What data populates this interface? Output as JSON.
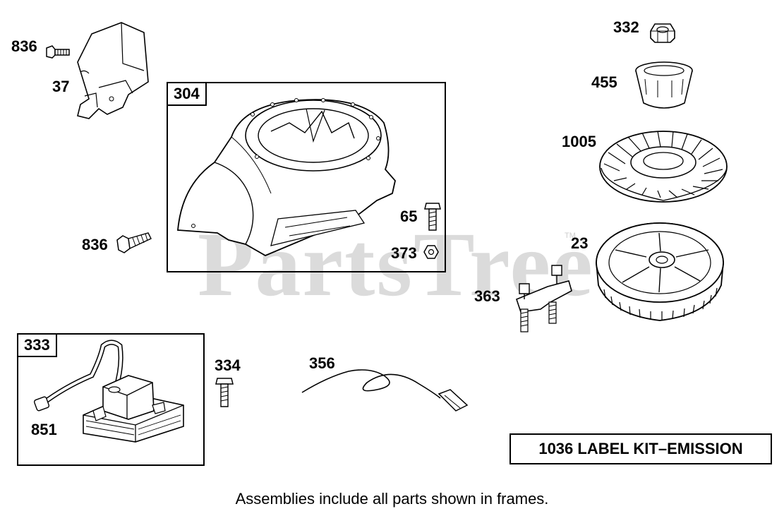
{
  "watermark": {
    "text": "PartsTree",
    "tm": "TM"
  },
  "frames": {
    "housing": {
      "label": "304"
    },
    "ignition": {
      "label": "333"
    }
  },
  "parts": {
    "p836_top": "836",
    "p37": "37",
    "p836_mid": "836",
    "p65": "65",
    "p373": "373",
    "p332": "332",
    "p455": "455",
    "p1005": "1005",
    "p23": "23",
    "p363": "363",
    "p851": "851",
    "p334": "334",
    "p356": "356"
  },
  "kit_label": "1036 LABEL KIT–EMISSION",
  "caption": "Assemblies include all parts shown in frames."
}
